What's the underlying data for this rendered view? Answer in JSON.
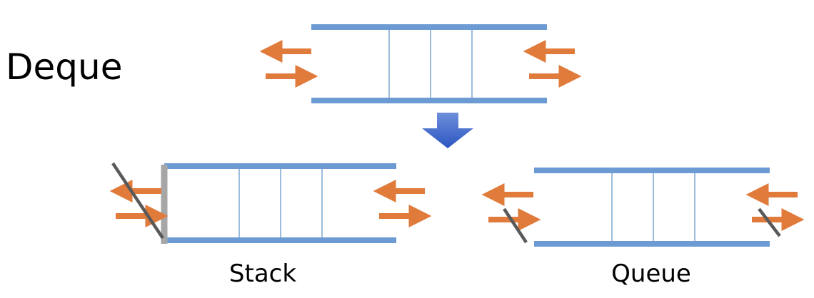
{
  "diagram": {
    "title": "Deque",
    "stack_label": "Stack",
    "queue_label": "Queue"
  },
  "colors": {
    "rail": "#6b9bd2",
    "divider": "#5a8fc5",
    "arrow": "#e07b3c",
    "strike": "#595959",
    "stack_wall": "#a6a6a6",
    "down_arrow_top": "#6f8fdc",
    "down_arrow_bottom": "#2b55c0"
  }
}
